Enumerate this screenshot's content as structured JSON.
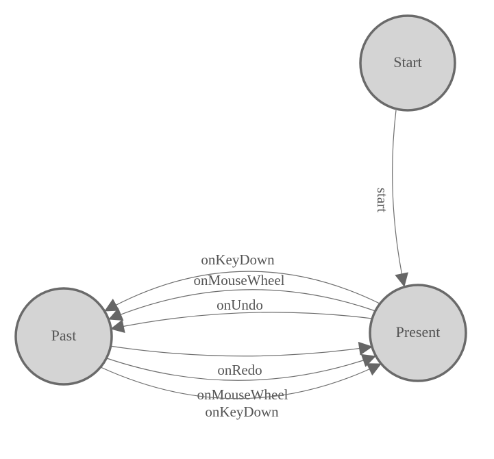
{
  "diagram": {
    "type": "state-machine",
    "colors": {
      "background": "#ffffff",
      "node_fill": "#d4d4d4",
      "node_stroke": "#6a6a6a",
      "edge_stroke": "#6e6e6e",
      "arrowhead_fill": "#666666",
      "text": "#545454"
    },
    "nodes": {
      "start": {
        "label": "Start"
      },
      "present": {
        "label": "Present"
      },
      "past": {
        "label": "Past"
      }
    },
    "edges": {
      "start_to_present": {
        "label": "start"
      },
      "present_to_past": [
        {
          "label": "onKeyDown"
        },
        {
          "label": "onMouseWheel"
        },
        {
          "label": "onUndo"
        }
      ],
      "past_to_present": [
        {
          "label": "onRedo"
        },
        {
          "label": "onMouseWheel"
        },
        {
          "label": "onKeyDown"
        }
      ]
    }
  }
}
